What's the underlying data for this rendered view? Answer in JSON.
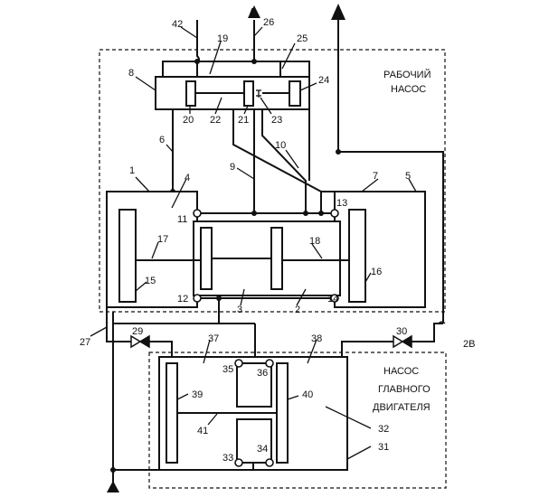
{
  "top_label": "A",
  "working_pump": [
    "РАБОЧИЙ",
    "НАСОС"
  ],
  "main_pump": [
    "НАСОС",
    "ГЛАВНОГО",
    "ДВИГАТЕЛЯ"
  ],
  "label_2b": "2В",
  "numbers": {
    "n1": "1",
    "n2": "2",
    "n3": "3",
    "n4": "4",
    "n5": "5",
    "n6": "6",
    "n7": "7",
    "n8": "8",
    "n9": "9",
    "n10": "10",
    "n11": "11",
    "n12": "12",
    "n13": "13",
    "n14": "14",
    "n15": "15",
    "n16": "16",
    "n17": "17",
    "n18": "18",
    "n19": "19",
    "n20": "20",
    "n21": "21",
    "n22": "22",
    "n23": "23",
    "n24": "24",
    "n25": "25",
    "n26": "26",
    "n27": "27",
    "n29": "29",
    "n30": "30",
    "n31": "31",
    "n32": "32",
    "n33": "33",
    "n34": "34",
    "n35": "35",
    "n36": "36",
    "n37": "37",
    "n38": "38",
    "n39": "39",
    "n40": "40",
    "n41": "41",
    "n42": "42"
  }
}
